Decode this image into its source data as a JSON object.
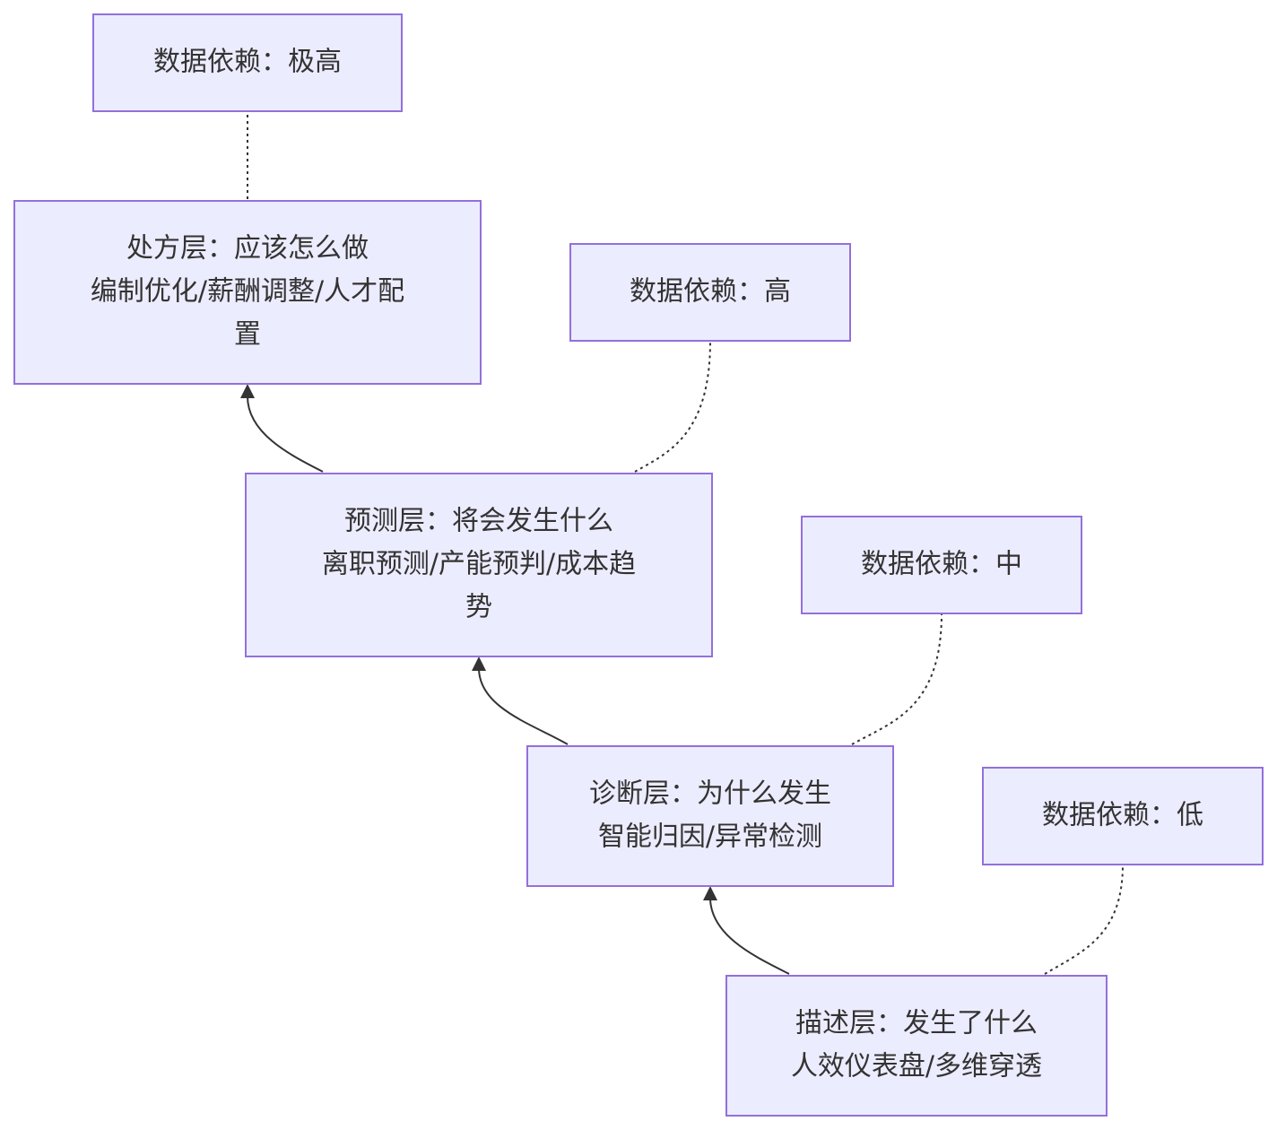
{
  "diagram": {
    "nodes": [
      {
        "id": "prescriptive",
        "lines": [
          "处方层：应该怎么做",
          "编制优化/薪酬调整/人才配",
          "置"
        ]
      },
      {
        "id": "predictive",
        "lines": [
          "预测层：将会发生什么",
          "离职预测/产能预判/成本趋",
          "势"
        ]
      },
      {
        "id": "diagnostic",
        "lines": [
          "诊断层：为什么发生",
          "智能归因/异常检测"
        ]
      },
      {
        "id": "descriptive",
        "lines": [
          "描述层：发生了什么",
          "人效仪表盘/多维穿透"
        ]
      },
      {
        "id": "dep-very-high",
        "lines": [
          "数据依赖：极高"
        ]
      },
      {
        "id": "dep-high",
        "lines": [
          "数据依赖：高"
        ]
      },
      {
        "id": "dep-medium",
        "lines": [
          "数据依赖：中"
        ]
      },
      {
        "id": "dep-low",
        "lines": [
          "数据依赖：低"
        ]
      }
    ],
    "edges": [
      {
        "from": "descriptive",
        "to": "diagnostic",
        "style": "solid-arrow"
      },
      {
        "from": "diagnostic",
        "to": "predictive",
        "style": "solid-arrow"
      },
      {
        "from": "predictive",
        "to": "prescriptive",
        "style": "solid-arrow"
      },
      {
        "from": "prescriptive",
        "to": "dep-very-high",
        "style": "dotted"
      },
      {
        "from": "predictive",
        "to": "dep-high",
        "style": "dotted"
      },
      {
        "from": "diagnostic",
        "to": "dep-medium",
        "style": "dotted"
      },
      {
        "from": "descriptive",
        "to": "dep-low",
        "style": "dotted"
      }
    ]
  }
}
